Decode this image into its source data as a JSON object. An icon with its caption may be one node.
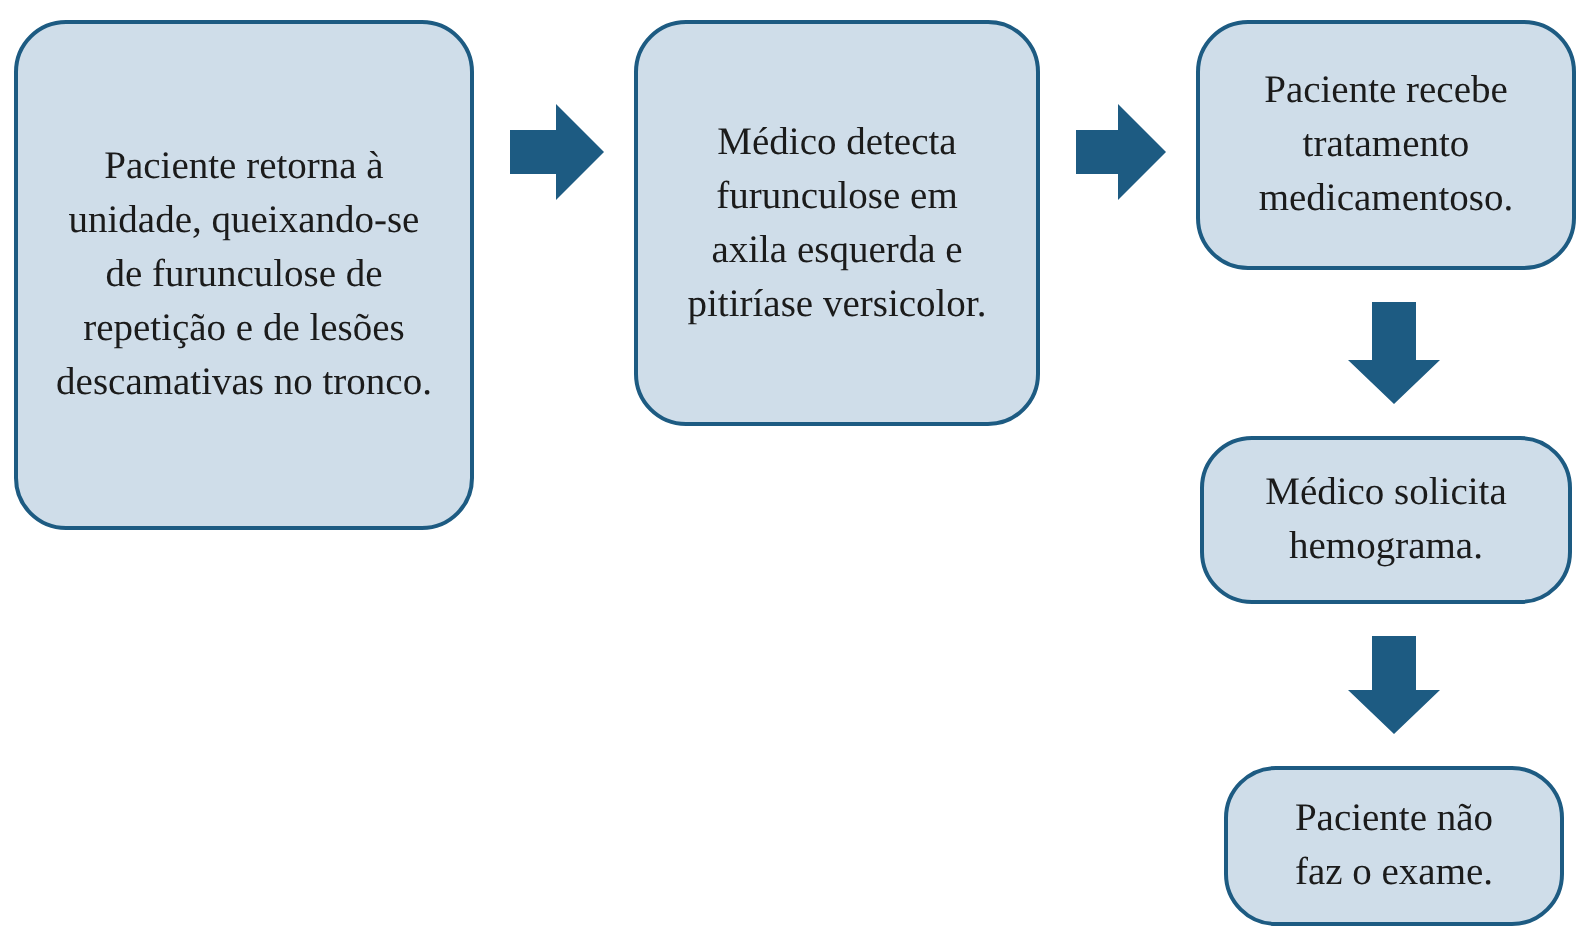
{
  "diagram": {
    "nodes": [
      {
        "text": [
          "Paciente retorna à unidade, queixando-se de furunculose de repetição e de lesões descamativas no tronco."
        ]
      },
      {
        "text": [
          "Médico detecta furunculose em axila esquerda e pitiríase versicolor."
        ]
      },
      {
        "text": [
          "Paciente recebe tratamento medicamentoso."
        ]
      },
      {
        "text": [
          "Médico solicita hemograma."
        ]
      },
      {
        "text": [
          "Paciente não faz o exame."
        ]
      }
    ],
    "edges": [
      {
        "from": 0,
        "to": 1,
        "arrow": "to"
      },
      {
        "from": 1,
        "to": 2,
        "arrow": "to"
      },
      {
        "from": 2,
        "to": 3,
        "arrow": "to"
      },
      {
        "from": 3,
        "to": 4,
        "arrow": "to"
      }
    ]
  }
}
